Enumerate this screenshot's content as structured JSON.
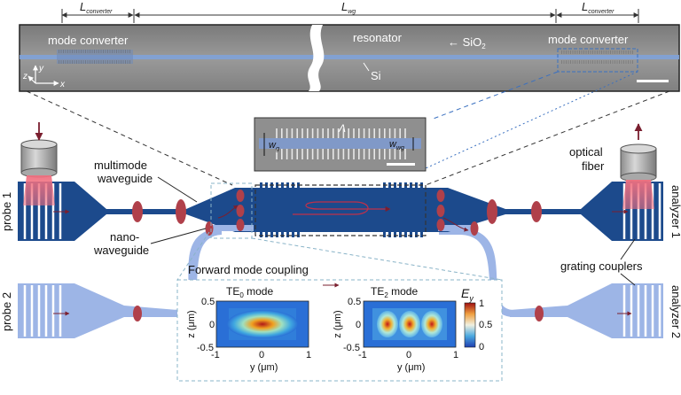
{
  "dimensions": {
    "l_converter_left": "L",
    "l_converter_left_sub": "converter",
    "l_wg": "L",
    "l_wg_sub": "wg",
    "l_converter_right": "L",
    "l_converter_right_sub": "converter"
  },
  "sem": {
    "label_mode_converter_left": "mode converter",
    "label_resonator": "resonator",
    "label_sio2": "SiO",
    "label_sio2_sub": "2",
    "label_si": "Si",
    "label_mode_converter_right": "mode converter",
    "axis_z": "z",
    "axis_y": "y",
    "axis_x": "x"
  },
  "inset": {
    "lambda": "Λ",
    "wg": "w",
    "wg_sub": "g",
    "wwg": "w",
    "wwg_sub": "wg"
  },
  "labels": {
    "probe1": "probe 1",
    "probe2": "probe 2",
    "analyzer1": "analyzer 1",
    "analyzer2": "analyzer 2",
    "multimode_line1": "multimode",
    "multimode_line2": "waveguide",
    "nano_line1": "nano-",
    "nano_line2": "waveguide",
    "optical_line1": "optical",
    "optical_line2": "fiber",
    "grating_couplers": "grating couplers",
    "forward_mode_coupling": "Forward mode coupling"
  },
  "mode_plots": {
    "te0_title": "TE",
    "te0_sub": "0",
    "te0_suffix": " mode",
    "te2_title": "TE",
    "te2_sub": "2",
    "te2_suffix": " mode",
    "z_label": "z (μm)",
    "y_label": "y (μm)",
    "y_ticks": [
      "-1",
      "0",
      "1"
    ],
    "z_ticks": [
      "0.5",
      "0",
      "-0.5"
    ],
    "colorbar_label": "E",
    "colorbar_sub": "y",
    "colorbar_ticks": [
      "1",
      "0.5",
      "0"
    ]
  },
  "colors": {
    "device_blue": "#1c4a8c",
    "light_blue": "#9db5e6",
    "pad_red": "#b0404a",
    "sem_gray": "#8a8a8a",
    "beam_red": "#e0506a",
    "dashed_frame": "#8ab4c8"
  }
}
